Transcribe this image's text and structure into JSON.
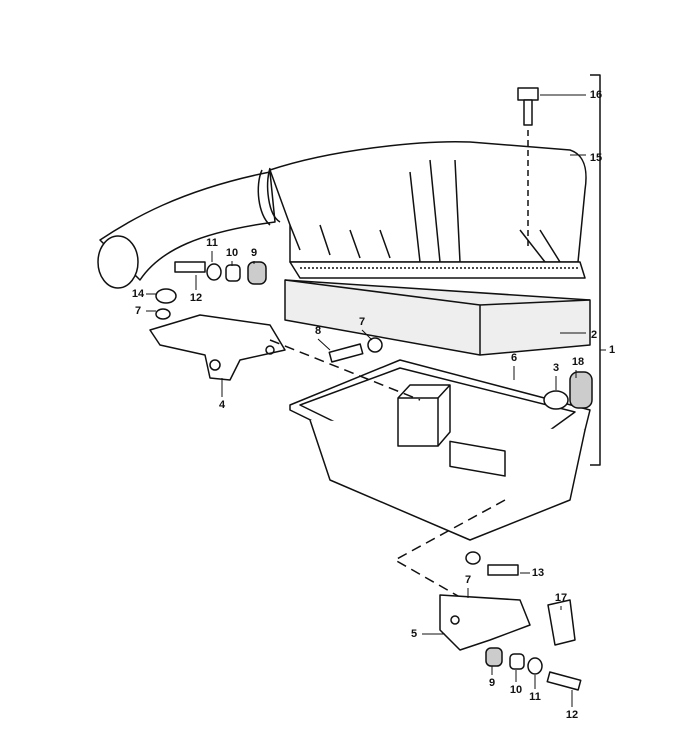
{
  "diagram": {
    "callouts": [
      "16",
      "15",
      "2",
      "1",
      "6",
      "18",
      "3",
      "11",
      "10",
      "9",
      "14",
      "12",
      "7",
      "8",
      "7",
      "4",
      "7",
      "13",
      "17",
      "5",
      "9",
      "10",
      "11",
      "12"
    ]
  }
}
